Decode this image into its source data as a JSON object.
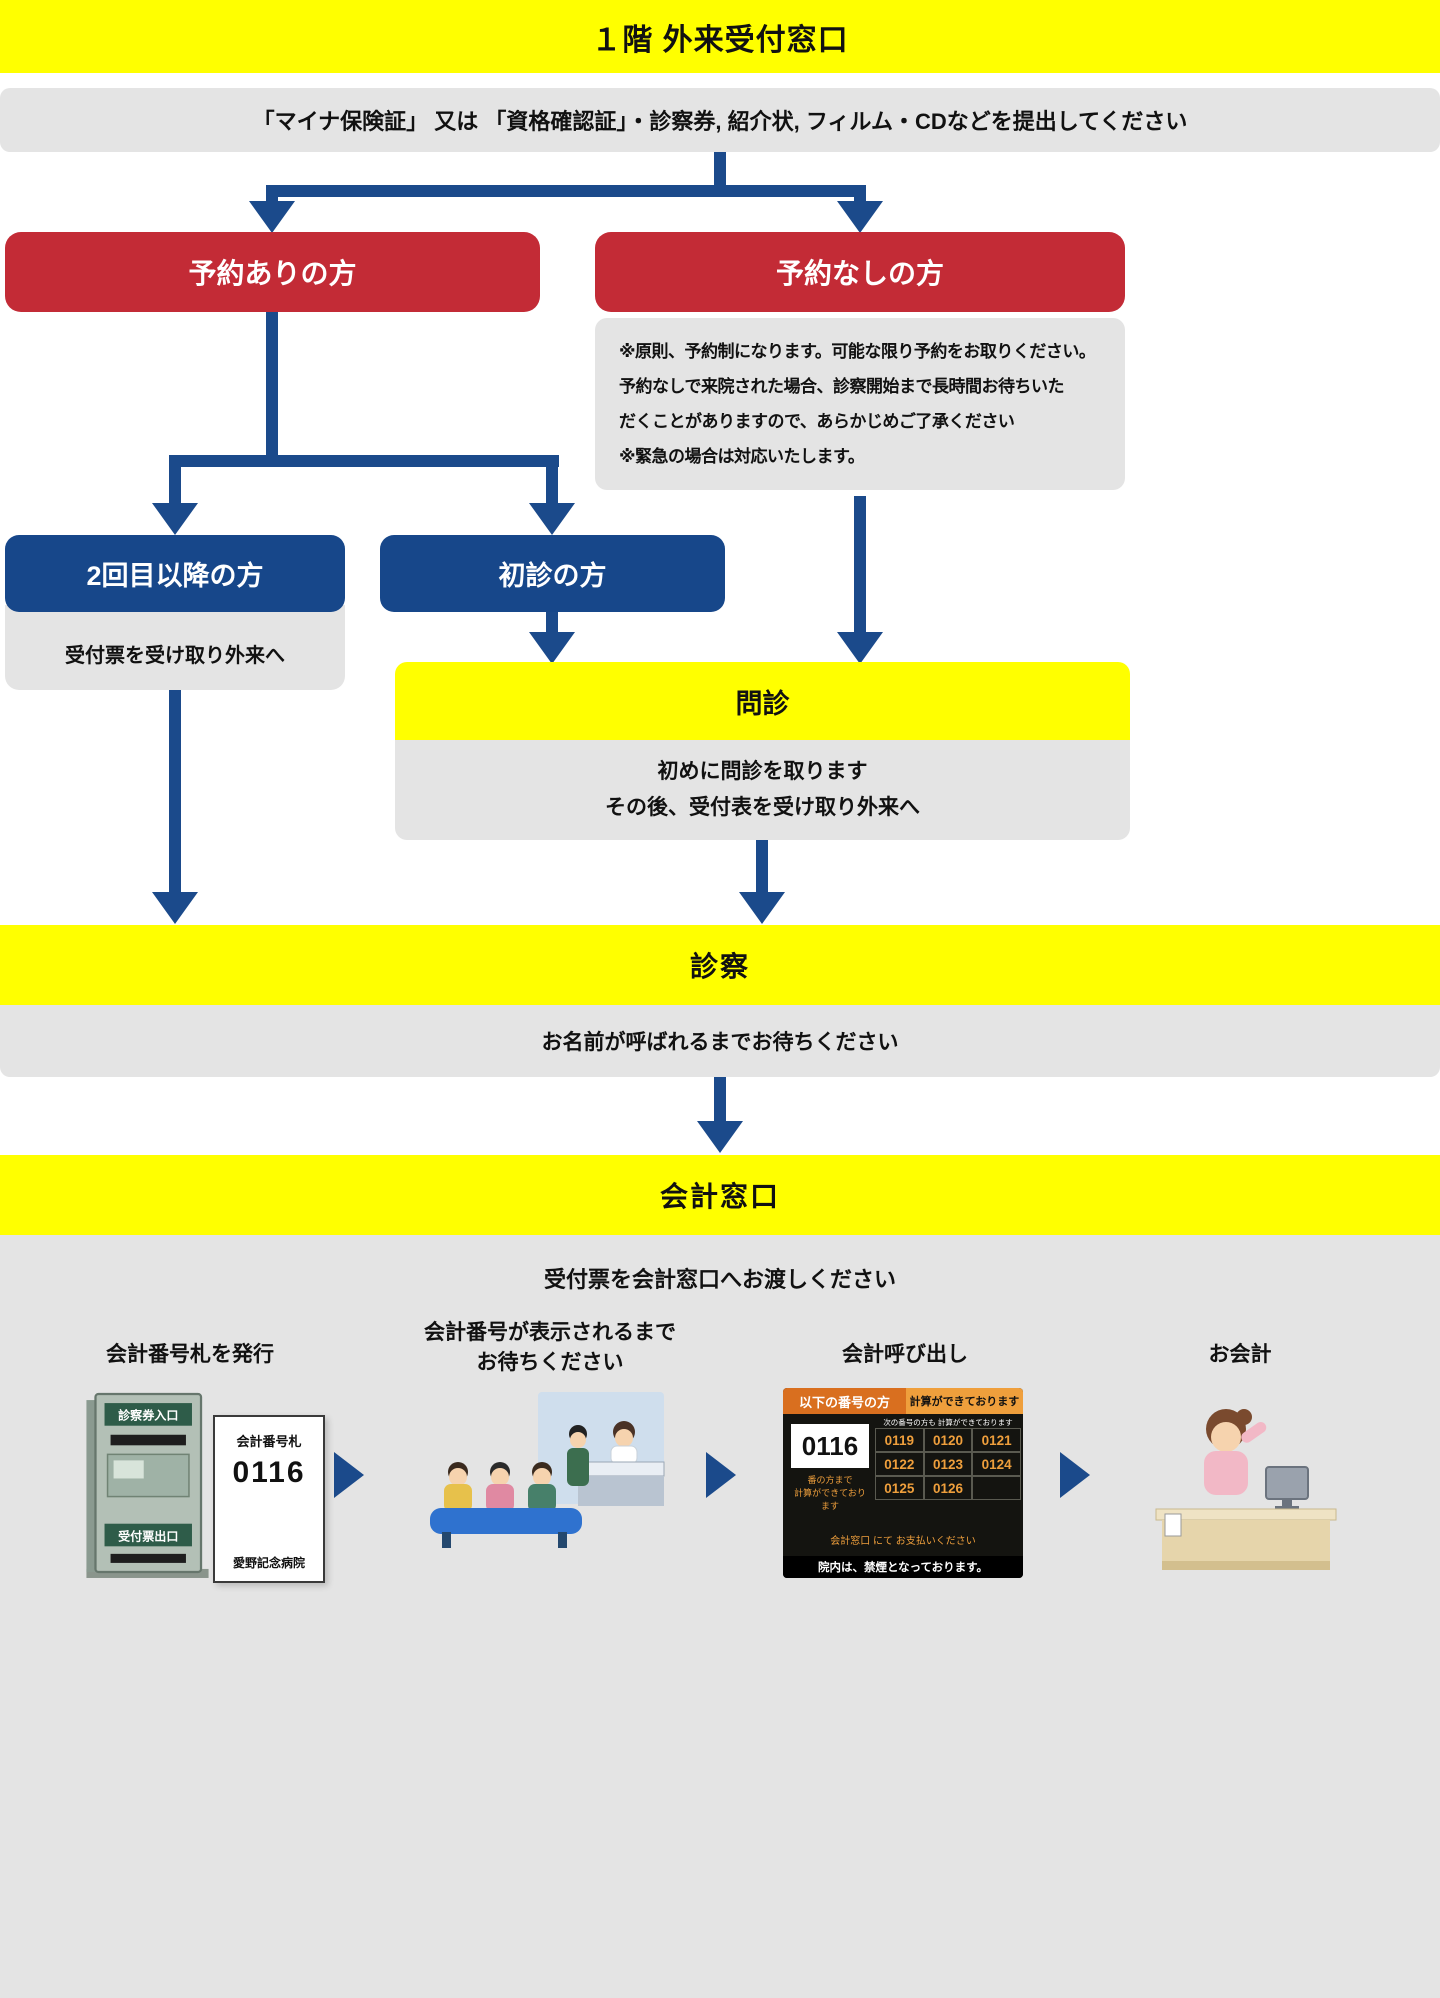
{
  "colors": {
    "yellow": "#FFFF00",
    "red": "#C32B36",
    "navy": "#1B4A8B",
    "gray": "#E4E4E4"
  },
  "header": {
    "title": "１階 外来受付窓口"
  },
  "intro": {
    "text": "「マイナ保険証」 又は 「資格確認証」・診察券, 紹介状, フィルム・CDなどを提出してください"
  },
  "reserved": {
    "label": "予約ありの方"
  },
  "unreserved": {
    "label": "予約なしの方",
    "note_lines": [
      "※原則、予約制になります。可能な限り予約をお取りください。",
      "予約なしで来院された場合、診察開始まで長時間お待ちいた",
      "だくことがありますので、あらかじめご了承ください",
      "※緊急の場合は対応いたします。"
    ]
  },
  "revisit": {
    "label": "2回目以降の方",
    "note": "受付票を受け取り外来へ"
  },
  "first_visit": {
    "label": "初診の方"
  },
  "monshin": {
    "title": "問診",
    "lines": [
      "初めに問診を取ります",
      "その後、受付表を受け取り外来へ"
    ]
  },
  "shinsatsu": {
    "title": "診察",
    "note": "お名前が呼ばれるまでお待ちください"
  },
  "kaikei": {
    "title": "会計窓口",
    "subtitle": "受付票を会計窓口へお渡しください",
    "steps": {
      "issue_label": "会計番号札を発行",
      "wait_label_line1": "会計番号が表示されるまで",
      "wait_label_line2": "お待ちください",
      "call_label": "会計呼び出し",
      "pay_label": "お会計"
    },
    "machine": {
      "top_label": "診察券入口",
      "bottom_label": "受付票出口"
    },
    "ticket": {
      "title": "会計番号札",
      "number": "0116",
      "hospital": "愛野記念病院"
    },
    "board": {
      "header_left": "以下の番号の方",
      "header_right": "計算ができております",
      "current": "0116",
      "next_note": "次の番号の方も 計算ができております",
      "grid": [
        [
          "0119",
          "0120",
          "0121"
        ],
        [
          "0122",
          "0123",
          "0124"
        ],
        [
          "0125",
          "0126",
          ""
        ]
      ],
      "left_note1": "番の方まで",
      "left_note2": "計算ができております",
      "pay_note": "会計窓口 にて お支払いください",
      "footer": "院内は、禁煙となっております。"
    }
  }
}
